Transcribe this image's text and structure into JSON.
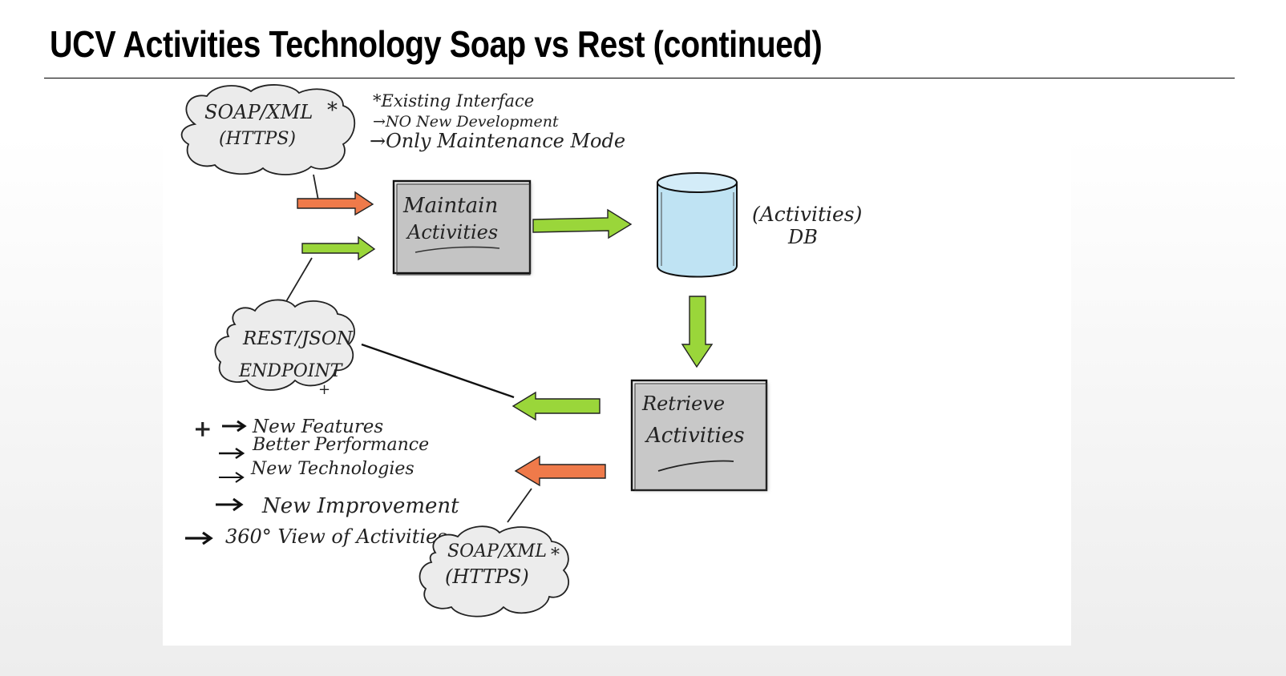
{
  "slide": {
    "title": "UCV Activities Technology Soap vs Rest (continued)"
  },
  "diagram": {
    "soap_top": {
      "line1": "SOAP/XML",
      "marker": "*",
      "line2": "(HTTPS)"
    },
    "soap_notes": [
      "*Existing Interface",
      "→NO New Development",
      "→Only Maintenance Mode"
    ],
    "maintain_box": {
      "line1": "Maintain",
      "line2": "Activities"
    },
    "db": {
      "line1": "(Activities)",
      "line2": "DB"
    },
    "rest_cloud": {
      "line1": "REST/JSON",
      "line2": "ENDPOINT",
      "marker": "+"
    },
    "retrieve_box": {
      "line1": "Retrieve",
      "line2": "Activities"
    },
    "soap_bottom": {
      "line1": "SOAP/XML",
      "marker": "*",
      "line2": "(HTTPS)"
    },
    "rest_notes": {
      "marker": "+",
      "items": [
        "New Features",
        "Better Performance",
        "New Technologies",
        "New Improvement",
        "360° View of Activities"
      ]
    },
    "colors": {
      "green_arrow": "#9ad63a",
      "orange_arrow": "#ef7a4a",
      "box_fill": "#c4c4c4",
      "db_fill": "#bfe3f3"
    }
  }
}
